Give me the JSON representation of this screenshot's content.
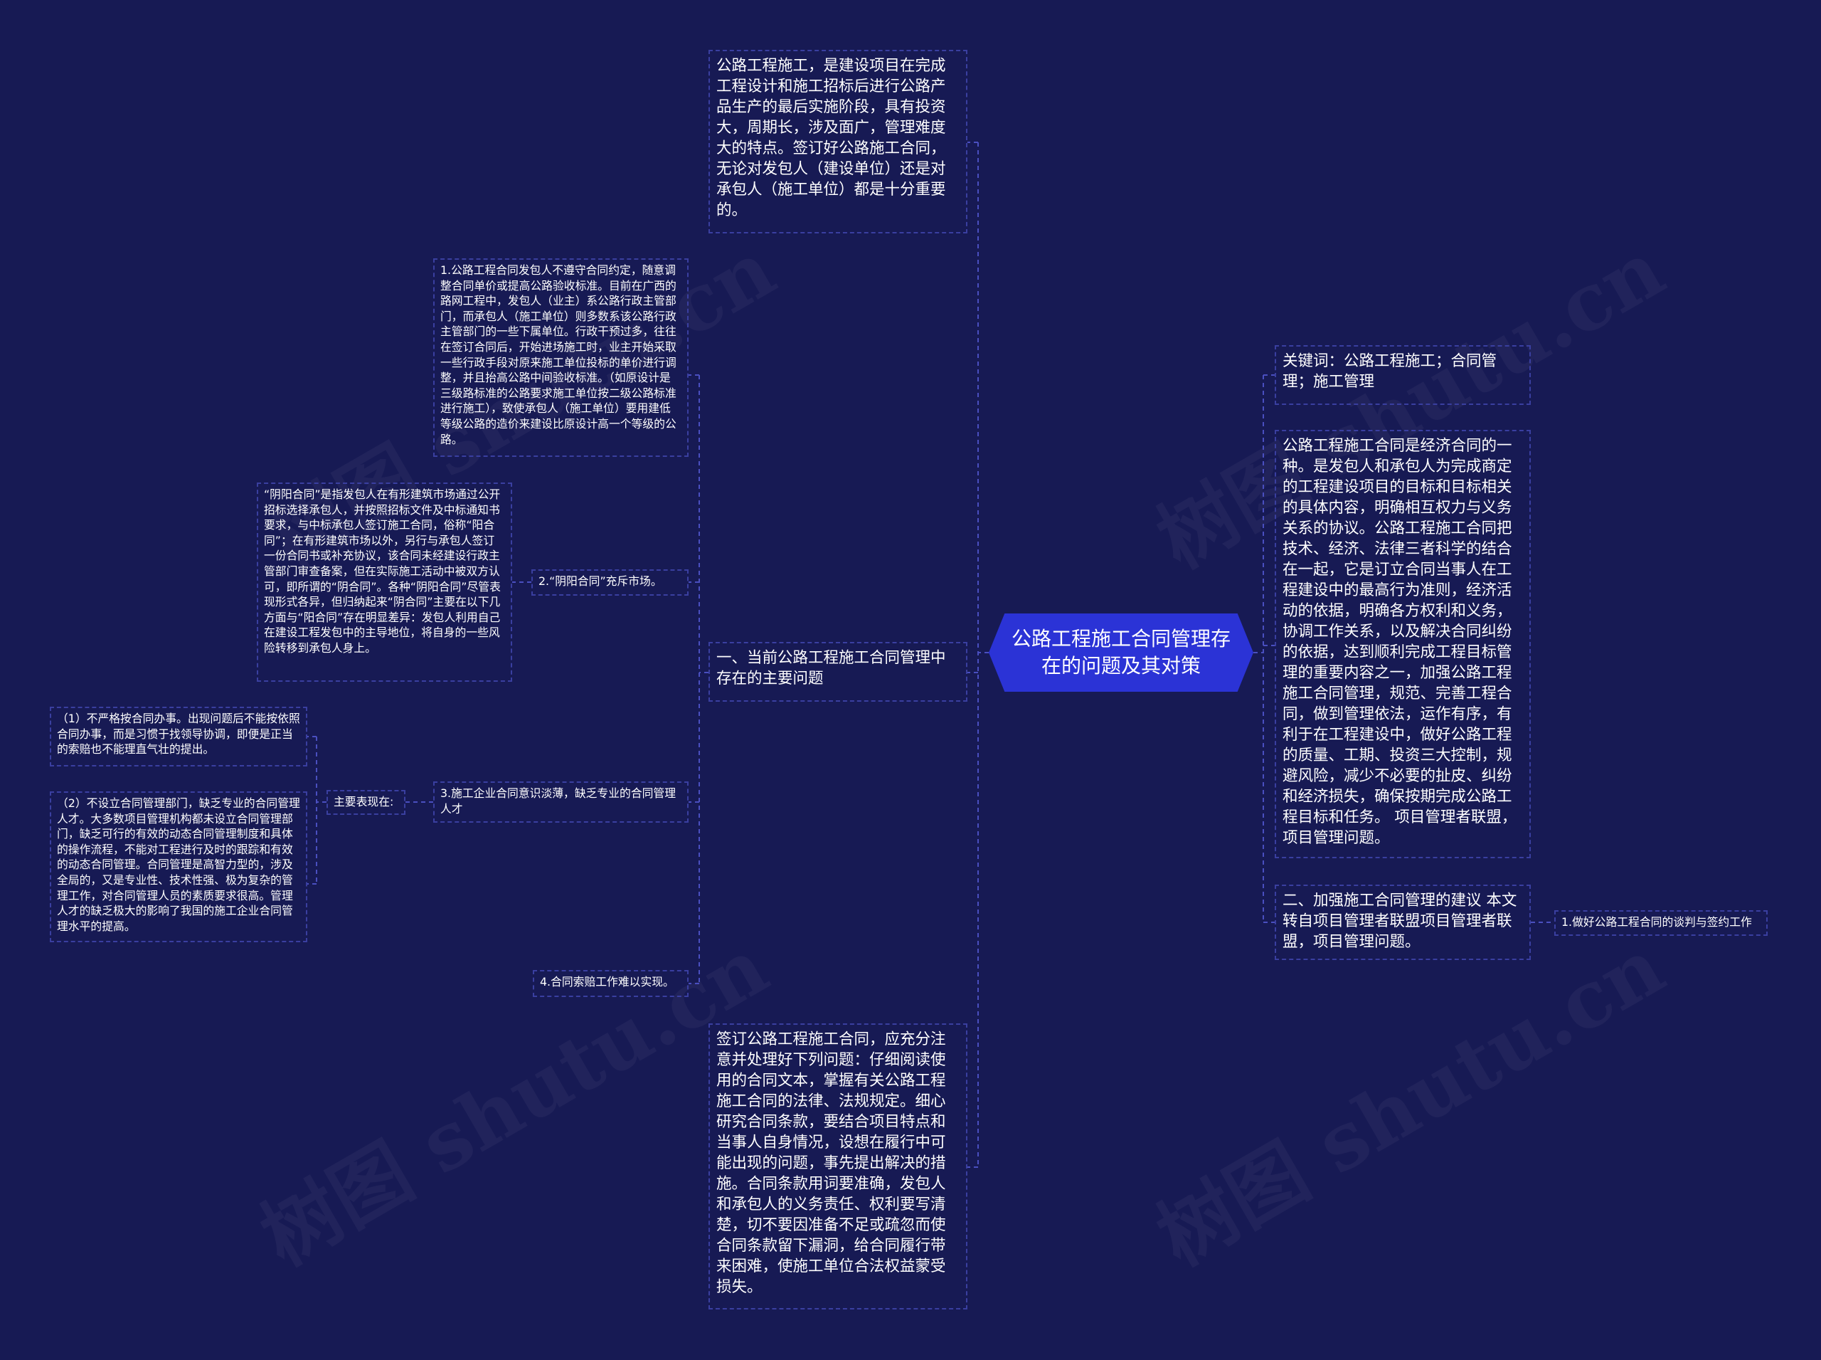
{
  "center": {
    "title": "公路工程施工合同管理存在的问题及其对策"
  },
  "left": {
    "intro": "公路工程施工，是建设项目在完成工程设计和施工招标后进行公路产品生产的最后实施阶段，具有投资大，周期长，涉及面广，管理难度大的特点。签订好公路施工合同，无论对发包人（建设单位）还是对承包人（施工单位）都是十分重要的。",
    "section1": "一、当前公路工程施工合同管理中存在的主要问题",
    "item1": "1.公路工程合同发包人不遵守合同约定，随意调整合同单价或提高公路验收标准。目前在广西的路网工程中，发包人（业主）系公路行政主管部门，而承包人（施工单位）则多数系该公路行政主管部门的一些下属单位。行政干预过多，往往在签订合同后，开始进场施工时，业主开始采取一些行政手段对原来施工单位投标的单价进行调整，并且抬高公路中间验收标准。（如原设计是三级路标准的公路要求施工单位按二级公路标准进行施工），致使承包人（施工单位）要用建低等级公路的造价来建设比原设计高一个等级的公路。",
    "item2": "2.“阴阳合同”充斥市场。",
    "item2_detail": "“阴阳合同”是指发包人在有形建筑市场通过公开招标选择承包人，并按照招标文件及中标通知书要求，与中标承包人签订施工合同，俗称“阳合同”；在有形建筑市场以外，另行与承包人签订一份合同书或补充协议，该合同未经建设行政主管部门审查备案，但在实际施工活动中被双方认可，即所谓的“阴合同”。各种“阴阳合同”尽管表现形式各异，但归纳起来“阴合同”主要在以下几方面与“阳合同”存在明显差异：发包人利用自己在建设工程发包中的主导地位，将自身的一些风险转移到承包人身上。",
    "item3": "3.施工企业合同意识淡薄，缺乏专业的合同管理人才",
    "item3_label": "主要表现在:",
    "item3_a": "（1）不严格按合同办事。出现问题后不能按依照合同办事，而是习惯于找领导协调，即便是正当的索赔也不能理直气壮的提出。",
    "item3_b": "（2）不设立合同管理部门，缺乏专业的合同管理人才。大多数项目管理机构都未设立合同管理部门，缺乏可行的有效的动态合同管理制度和具体的操作流程，不能对工程进行及时的跟踪和有效的动态合同管理。合同管理是高智力型的，涉及全局的，又是专业性、技术性强、极为复杂的管理工作，对合同管理人员的素质要求很高。管理人才的缺乏极大的影响了我国的施工企业合同管理水平的提高。",
    "item4": "4.合同索赔工作难以实现。",
    "sign": "签订公路工程施工合同，应充分注意并处理好下列问题：仔细阅读使用的合同文本，掌握有关公路工程施工合同的法律、法规规定。细心研究合同条款，要结合项目特点和当事人自身情况，设想在履行中可能出现的问题，事先提出解决的措施。合同条款用词要准确，发包人和承包人的义务责任、权利要写清楚，切不要因准备不足或疏忽而使合同条款留下漏洞，给合同履行带来困难，使施工单位合法权益蒙受损失。"
  },
  "right": {
    "keywords": "关键词：公路工程施工；合同管理；施工管理",
    "definition": "公路工程施工合同是经济合同的一种。是发包人和承包人为完成商定的工程建设项目的目标和目标相关的具体内容，明确相互权力与义务关系的协议。公路工程施工合同把技术、经济、法律三者科学的结合在一起，它是订立合同当事人在工程建设中的最高行为准则，经济活动的依据，明确各方权利和义务，协调工作关系，以及解决合同纠纷的依据，达到顺利完成工程目标管理的重要内容之一，加强公路工程施工合同管理，规范、完善工程合同，做到管理依法，运作有序，有利于在工程建设中，做好公路工程的质量、工期、投资三大控制，规避风险，减少不必要的扯皮、纠纷和经济损失，确保按期完成公路工程目标和任务。 项目管理者联盟，项目管理问题。",
    "section2": "二、加强施工合同管理的建议 本文转自项目管理者联盟项目管理者联盟，项目管理问题。",
    "section2_sub": "1.做好公路工程合同的谈判与签约工作"
  },
  "watermark": "树图 shutu.cn",
  "colors": {
    "background": "#171a54",
    "center": "#2b33d6",
    "border": "#3a3fa0",
    "line": "#4a4fc0"
  }
}
